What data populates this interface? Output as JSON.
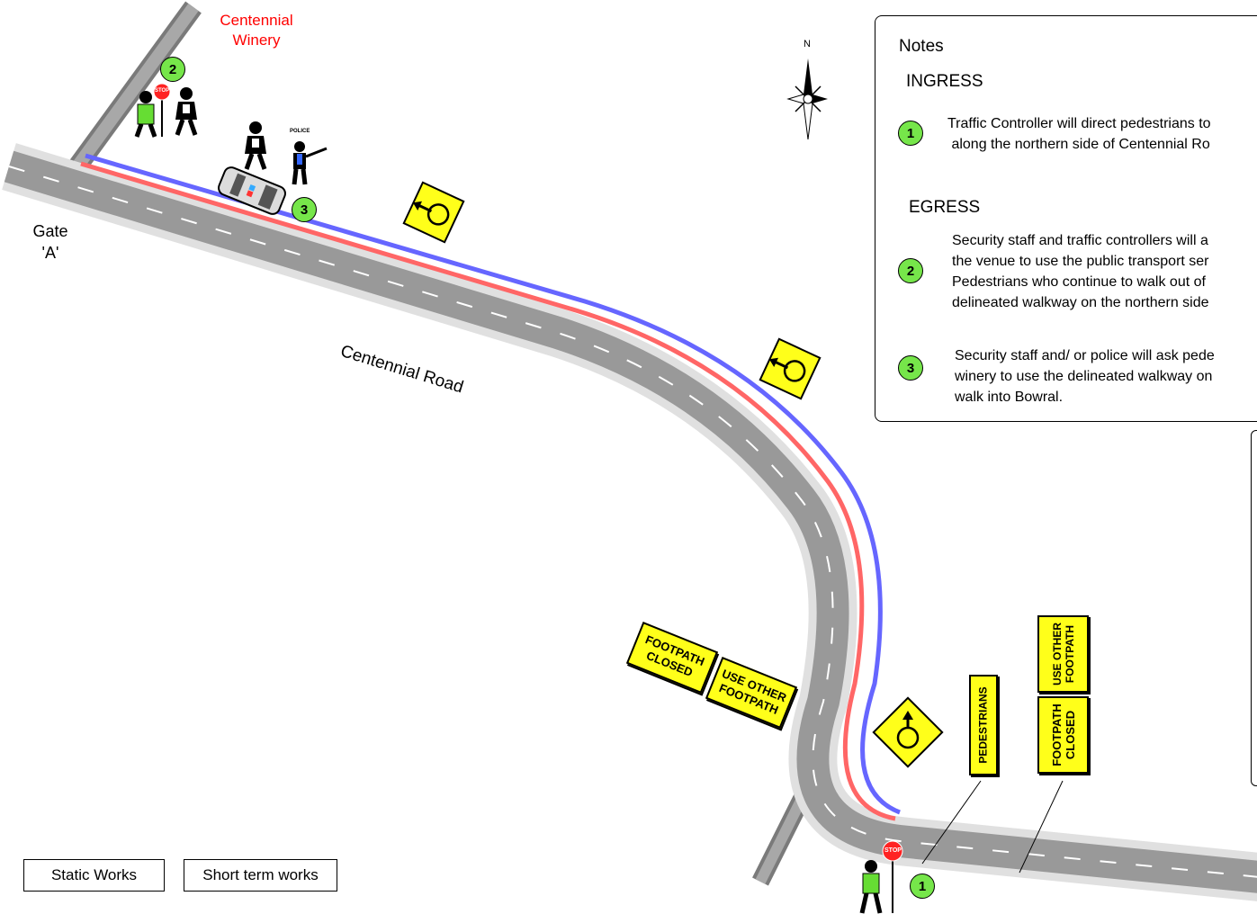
{
  "title": {
    "line1": "Centennial",
    "line2": "Winery"
  },
  "gate": {
    "line1": "Gate",
    "line2": "'A'"
  },
  "road_label": "Centennial Road",
  "compass": "N",
  "notes": {
    "heading": "Notes",
    "ingress_heading": "INGRESS",
    "egress_heading": "EGRESS",
    "items": [
      {
        "badge": "1",
        "text": "Traffic Controller will direct pedestrians to\n along the northern side of Centennial Ro"
      },
      {
        "badge": "2",
        "text": "Security staff and traffic controllers will a\nthe venue to use the public transport ser\nPedestrians who continue to walk out of\ndelineated walkway on the northern side"
      },
      {
        "badge": "3",
        "text": "Security staff and/ or police will ask pede\nwinery to use the delineated walkway on\nwalk into Bowral."
      }
    ]
  },
  "map_badges": [
    "2",
    "3",
    "1"
  ],
  "signs": {
    "footpath_closed": "FOOTPATH\nCLOSED",
    "use_other_footpath": "USE OTHER\nFOOTPATH",
    "pedestrians": "PEDESTRIANS",
    "stop": "STOP",
    "police": "POLICE"
  },
  "legend_buttons": {
    "static": "Static Works",
    "short_term": "Short term works"
  },
  "colors": {
    "walkway_blue": "#6666ff",
    "walkway_red": "#ff6666",
    "road": "#999999",
    "sign_yellow": "#ffff1a",
    "badge_green": "#76e64a",
    "title_red": "#ff0000"
  }
}
